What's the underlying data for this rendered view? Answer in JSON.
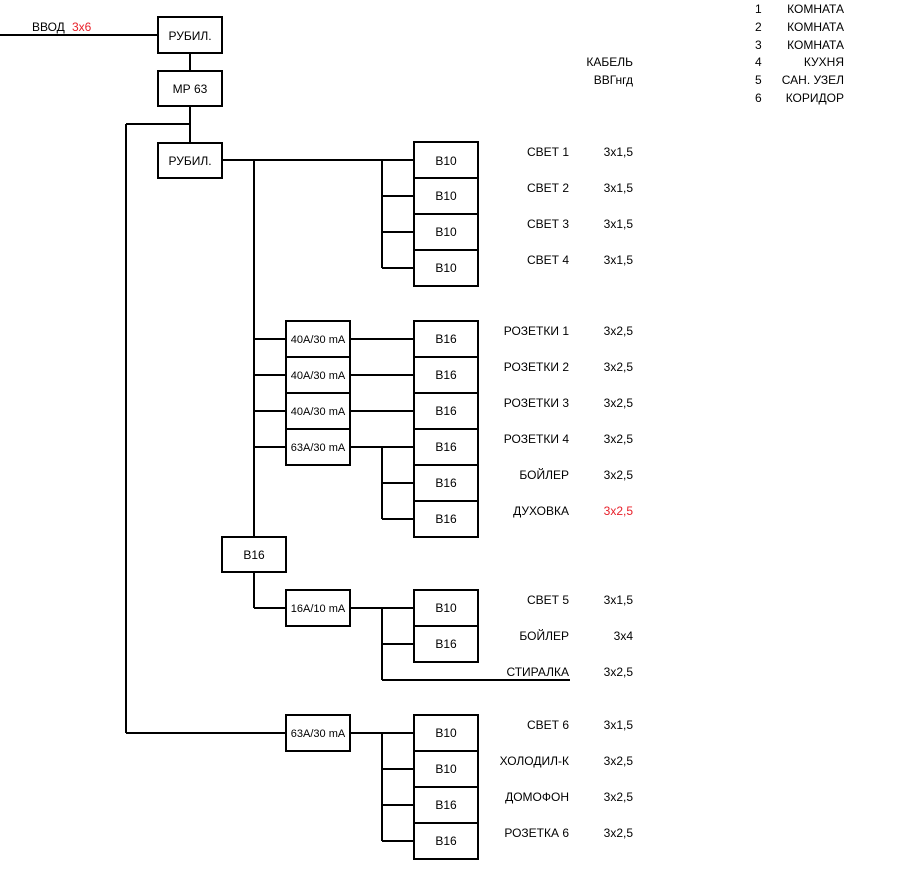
{
  "input": {
    "label": "ВВОД",
    "cable": "3х6",
    "cable_color": "#e8202a"
  },
  "main": {
    "switch_top": "РУБИЛ.",
    "relay": "МР 63",
    "switch_2": "РУБИЛ."
  },
  "header": {
    "cable_label": "КАБЕЛЬ",
    "cable_type": "ВВГнгд"
  },
  "legend": [
    {
      "num": "1",
      "name": "КОМНАТА"
    },
    {
      "num": "2",
      "name": "КОМНАТА"
    },
    {
      "num": "3",
      "name": "КОМНАТА"
    },
    {
      "num": "4",
      "name": "КУХНЯ"
    },
    {
      "num": "5",
      "name": "САН. УЗЕЛ"
    },
    {
      "num": "6",
      "name": "КОРИДОР"
    }
  ],
  "light_group": [
    {
      "breaker": "B10",
      "name": "СВЕТ 1",
      "cable": "3х1,5"
    },
    {
      "breaker": "B10",
      "name": "СВЕТ 2",
      "cable": "3х1,5"
    },
    {
      "breaker": "B10",
      "name": "СВЕТ 3",
      "cable": "3х1,5"
    },
    {
      "breaker": "B10",
      "name": "СВЕТ 4",
      "cable": "3х1,5"
    }
  ],
  "rcd_group": {
    "rcds": [
      "40А/30 mA",
      "40А/30 mA",
      "40А/30 mA",
      "63А/30 mA"
    ],
    "lines": [
      {
        "breaker": "B16",
        "name": "РОЗЕТКИ 1",
        "cable": "3х2,5"
      },
      {
        "breaker": "B16",
        "name": "РОЗЕТКИ 2",
        "cable": "3х2,5"
      },
      {
        "breaker": "B16",
        "name": "РОЗЕТКИ 3",
        "cable": "3х2,5"
      },
      {
        "breaker": "B16",
        "name": "РОЗЕТКИ 4",
        "cable": "3х2,5"
      },
      {
        "breaker": "B16",
        "name": "БОЙЛЕР",
        "cable": "3х2,5"
      },
      {
        "breaker": "B16",
        "name": "ДУХОВКА",
        "cable": "3х2,5",
        "cable_color": "#e8202a"
      }
    ]
  },
  "bath_group": {
    "breaker": "B16",
    "rcd": "16А/10 mA",
    "lines": [
      {
        "breaker": "B10",
        "name": "СВЕТ 5",
        "cable": "3х1,5"
      },
      {
        "breaker": "B16",
        "name": "БОЙЛЕР",
        "cable": "3х4"
      },
      {
        "name": "СТИРАЛКА",
        "cable": "3х2,5"
      }
    ]
  },
  "corridor_group": {
    "rcd": "63А/30 mA",
    "lines": [
      {
        "breaker": "B10",
        "name": "СВЕТ 6",
        "cable": "3х1,5"
      },
      {
        "breaker": "B10",
        "name": "ХОЛОДИЛ-К",
        "cable": "3х2,5"
      },
      {
        "breaker": "B16",
        "name": "ДОМОФОН",
        "cable": "3х2,5"
      },
      {
        "breaker": "B16",
        "name": "РОЗЕТКА 6",
        "cable": "3х2,5"
      }
    ]
  }
}
